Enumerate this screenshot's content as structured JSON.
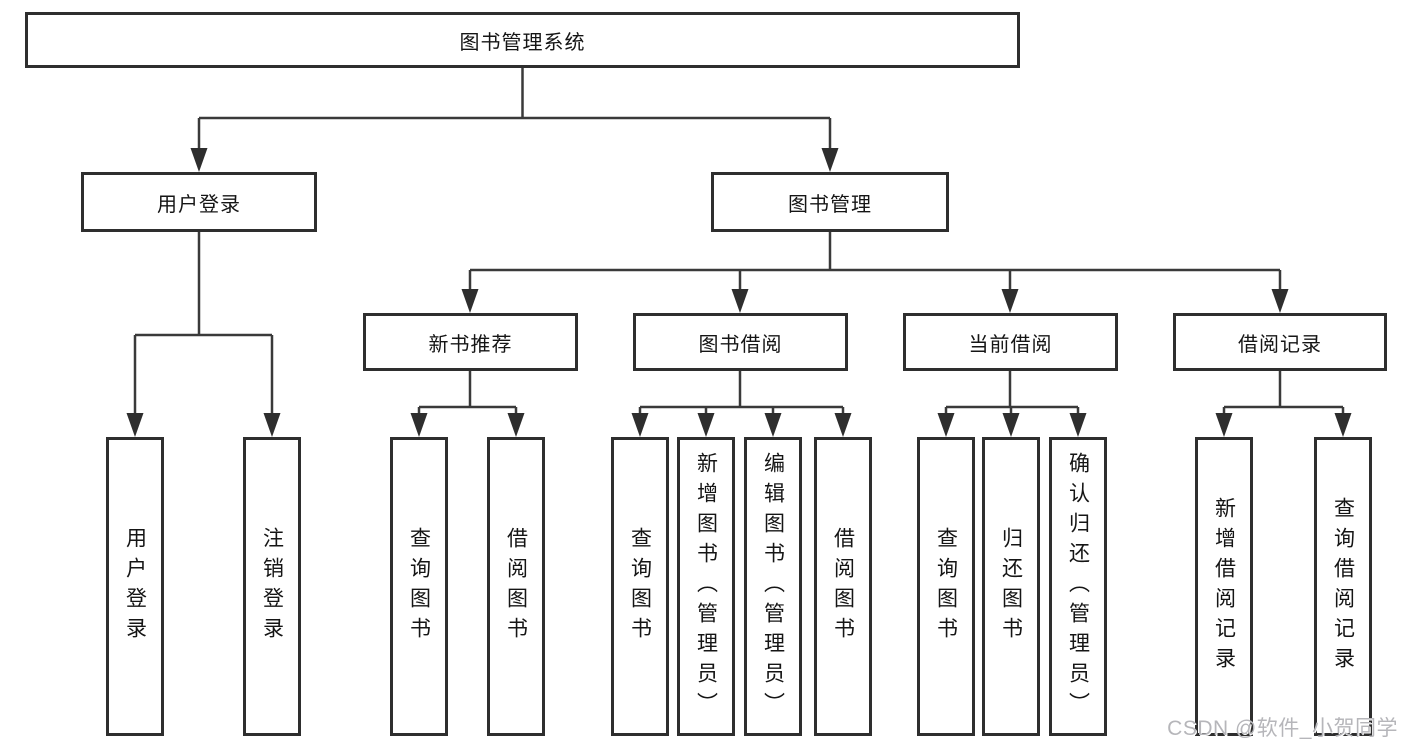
{
  "diagram_title": "图书管理系统",
  "colors": {
    "background": "#ffffff",
    "line": "#3a3a3a",
    "box_border": "#2e2e2e",
    "text": "#151515",
    "watermark": "#b6b6ba"
  },
  "nodes": {
    "root": {
      "label": "图书管理系统"
    },
    "level2": [
      {
        "id": "user-login",
        "label": "用户登录"
      },
      {
        "id": "book-management",
        "label": "图书管理"
      }
    ],
    "level3": [
      {
        "id": "new-book-recommend",
        "parent": "图书管理",
        "label": "新书推荐"
      },
      {
        "id": "book-borrow",
        "parent": "图书管理",
        "label": "图书借阅"
      },
      {
        "id": "current-borrow",
        "parent": "图书管理",
        "label": "当前借阅"
      },
      {
        "id": "borrow-records",
        "parent": "图书管理",
        "label": "借阅记录"
      }
    ],
    "leaves": [
      {
        "id": "leaf-user-login",
        "parent": "用户登录",
        "label": "用户登录"
      },
      {
        "id": "leaf-logout",
        "parent": "用户登录",
        "label": "注销登录"
      },
      {
        "id": "leaf-query-books-recommend",
        "parent": "新书推荐",
        "label": "查询图书"
      },
      {
        "id": "leaf-borrow-books-recommend",
        "parent": "新书推荐",
        "label": "借阅图书"
      },
      {
        "id": "leaf-query-books-borrow",
        "parent": "图书借阅",
        "label": "查询图书"
      },
      {
        "id": "leaf-add-book-admin",
        "parent": "图书借阅",
        "label": "新增图书（管理员）"
      },
      {
        "id": "leaf-edit-book-admin",
        "parent": "图书借阅",
        "label": "编辑图书（管理员）"
      },
      {
        "id": "leaf-borrow-books-borrow",
        "parent": "图书借阅",
        "label": "借阅图书"
      },
      {
        "id": "leaf-query-books-current",
        "parent": "当前借阅",
        "label": "查询图书"
      },
      {
        "id": "leaf-return-book",
        "parent": "当前借阅",
        "label": "归还图书"
      },
      {
        "id": "leaf-confirm-return-admin",
        "parent": "当前借阅",
        "label": "确认归还（管理员）"
      },
      {
        "id": "leaf-add-borrow-record",
        "parent": "借阅记录",
        "label": "新增借阅记录"
      },
      {
        "id": "leaf-query-borrow-record",
        "parent": "借阅记录",
        "label": "查询借阅记录"
      }
    ]
  },
  "watermark": {
    "text": "CSDN @软件_小贺同学"
  }
}
